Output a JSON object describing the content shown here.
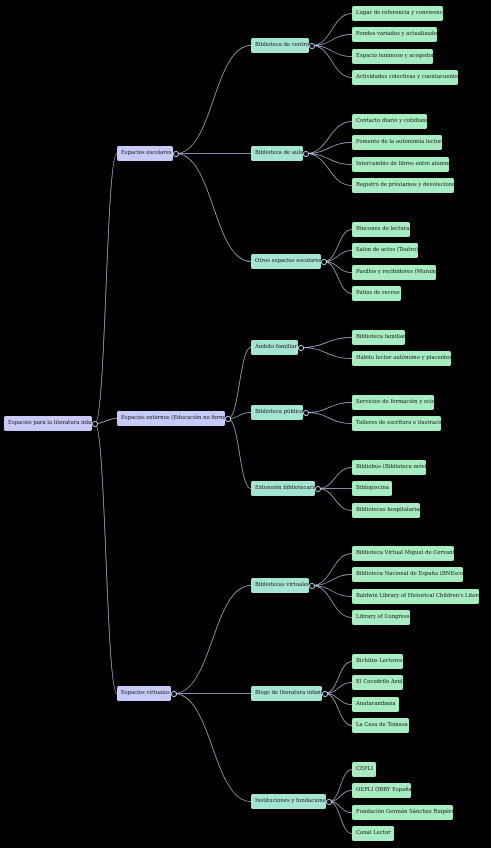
{
  "mindmap": {
    "root": "Espacios para la literatura infantil",
    "branches": [
      {
        "label": "Espacios escolares",
        "children": [
          {
            "label": "Biblioteca de centro",
            "leaves": [
              "Lugar de referencia y convivencia",
              "Fondos variados y actualizados",
              "Espacio luminoso y acogedor",
              "Actividades colectivas y cuentacuentos"
            ]
          },
          {
            "label": "Biblioteca de aula",
            "leaves": [
              "Contacto diario y cotidiano",
              "Fomento de la autonomía lectora",
              "Intercambio de libros entre alumnos",
              "Registro de préstamos y devoluciones"
            ]
          },
          {
            "label": "Otros espacios escolares",
            "leaves": [
              "Rincones de lectura",
              "Salón de actos (Teatro)",
              "Pasillos y recibidores (Murales)",
              "Patios de recreo"
            ]
          }
        ]
      },
      {
        "label": "Espacios externos (Educación no formal)",
        "children": [
          {
            "label": "Ámbito familiar",
            "leaves": [
              "Biblioteca familiar",
              "Hábito lector autónomo y placentero"
            ]
          },
          {
            "label": "Biblioteca pública",
            "leaves": [
              "Servicios de formación y ocio",
              "Talleres de escritura e ilustración"
            ]
          },
          {
            "label": "Extensión bibliotecaria",
            "leaves": [
              "Bibliobús (Biblioteca móvil)",
              "Biblopiscina",
              "Bibliotecas hospitalarias"
            ]
          }
        ]
      },
      {
        "label": "Espacios virtuales",
        "children": [
          {
            "label": "Bibliotecas virtuales",
            "leaves": [
              "Biblioteca Virtual Miguel de Cervantes",
              "Biblioteca Nacional de España (BNEscolar)",
              "Baldwin Library of Historical Children's Literature",
              "Library of Congress"
            ]
          },
          {
            "label": "Blogs de literatura infantil",
            "leaves": [
              "Bichitos Lectores",
              "El Cocodrilo Azul",
              "Anatarambana",
              "La Casa de Tomasa"
            ]
          },
          {
            "label": "Instituciones y fundaciones",
            "leaves": [
              "CEPLI",
              "OEPLI (IBBY España)",
              "Fundación Germán Sánchez Ruipérez",
              "Canal Lector"
            ]
          }
        ]
      }
    ]
  }
}
